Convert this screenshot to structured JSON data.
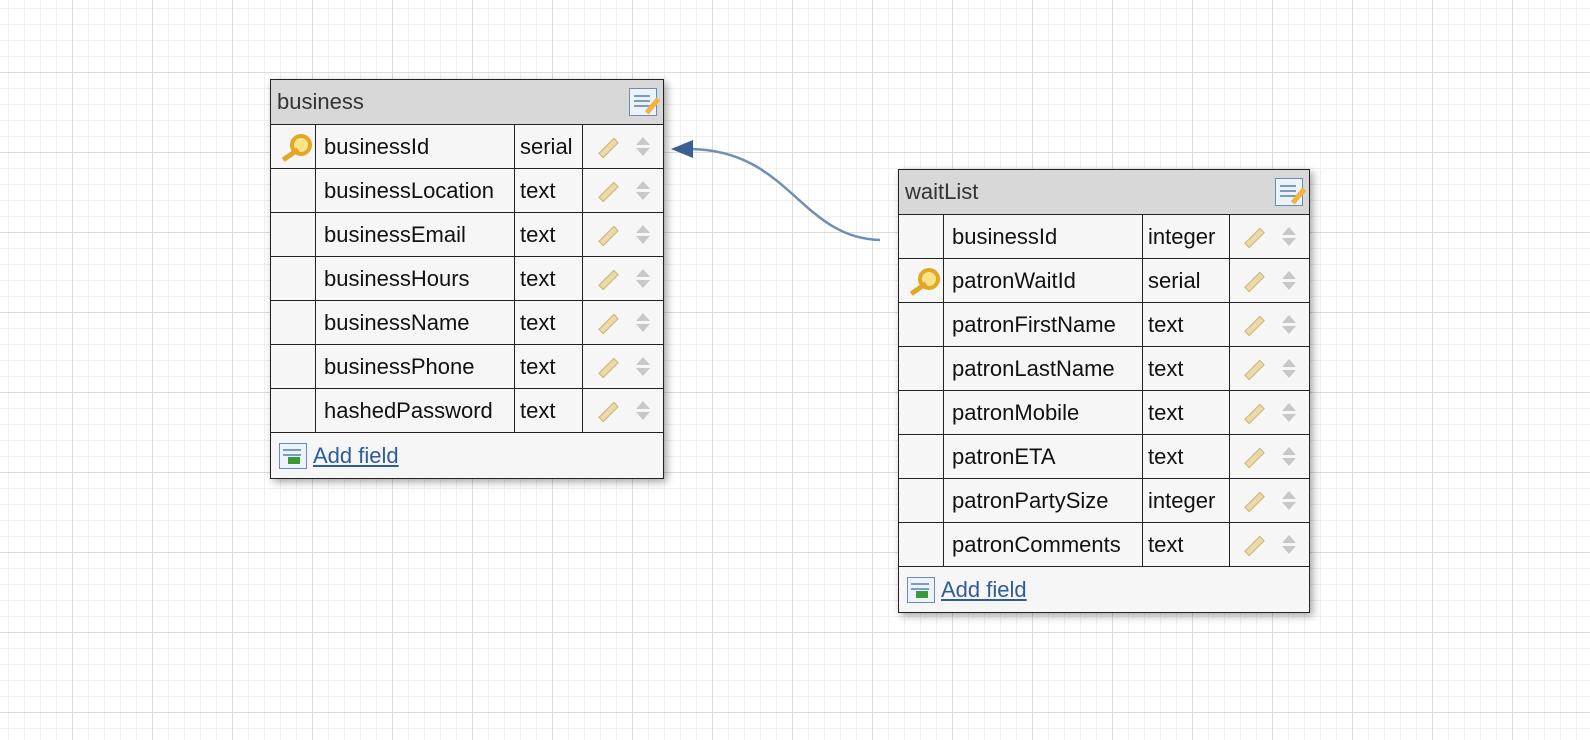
{
  "tables": [
    {
      "name": "business",
      "fields": [
        {
          "name": "businessId",
          "type": "serial",
          "primary_key": true
        },
        {
          "name": "businessLocation",
          "type": "text",
          "primary_key": false
        },
        {
          "name": "businessEmail",
          "type": "text",
          "primary_key": false
        },
        {
          "name": "businessHours",
          "type": "text",
          "primary_key": false
        },
        {
          "name": "businessName",
          "type": "text",
          "primary_key": false
        },
        {
          "name": "businessPhone",
          "type": "text",
          "primary_key": false
        },
        {
          "name": "hashedPassword",
          "type": "text",
          "primary_key": false
        }
      ],
      "add_field_label": "Add field"
    },
    {
      "name": "waitList",
      "fields": [
        {
          "name": "businessId",
          "type": "integer",
          "primary_key": false
        },
        {
          "name": "patronWaitId",
          "type": "serial",
          "primary_key": true
        },
        {
          "name": "patronFirstName",
          "type": "text",
          "primary_key": false
        },
        {
          "name": "patronLastName",
          "type": "text",
          "primary_key": false
        },
        {
          "name": "patronMobile",
          "type": "text",
          "primary_key": false
        },
        {
          "name": "patronETA",
          "type": "text",
          "primary_key": false
        },
        {
          "name": "patronPartySize",
          "type": "integer",
          "primary_key": false
        },
        {
          "name": "patronComments",
          "type": "text",
          "primary_key": false
        }
      ],
      "add_field_label": "Add field"
    }
  ],
  "relations": [
    {
      "from_table": "waitList",
      "from_field": "businessId",
      "to_table": "business",
      "to_field": "businessId"
    }
  ],
  "colors": {
    "relation_line": "#6d8fb8",
    "arrow_head": "#3c5f93",
    "link": "#2f5b9a"
  }
}
